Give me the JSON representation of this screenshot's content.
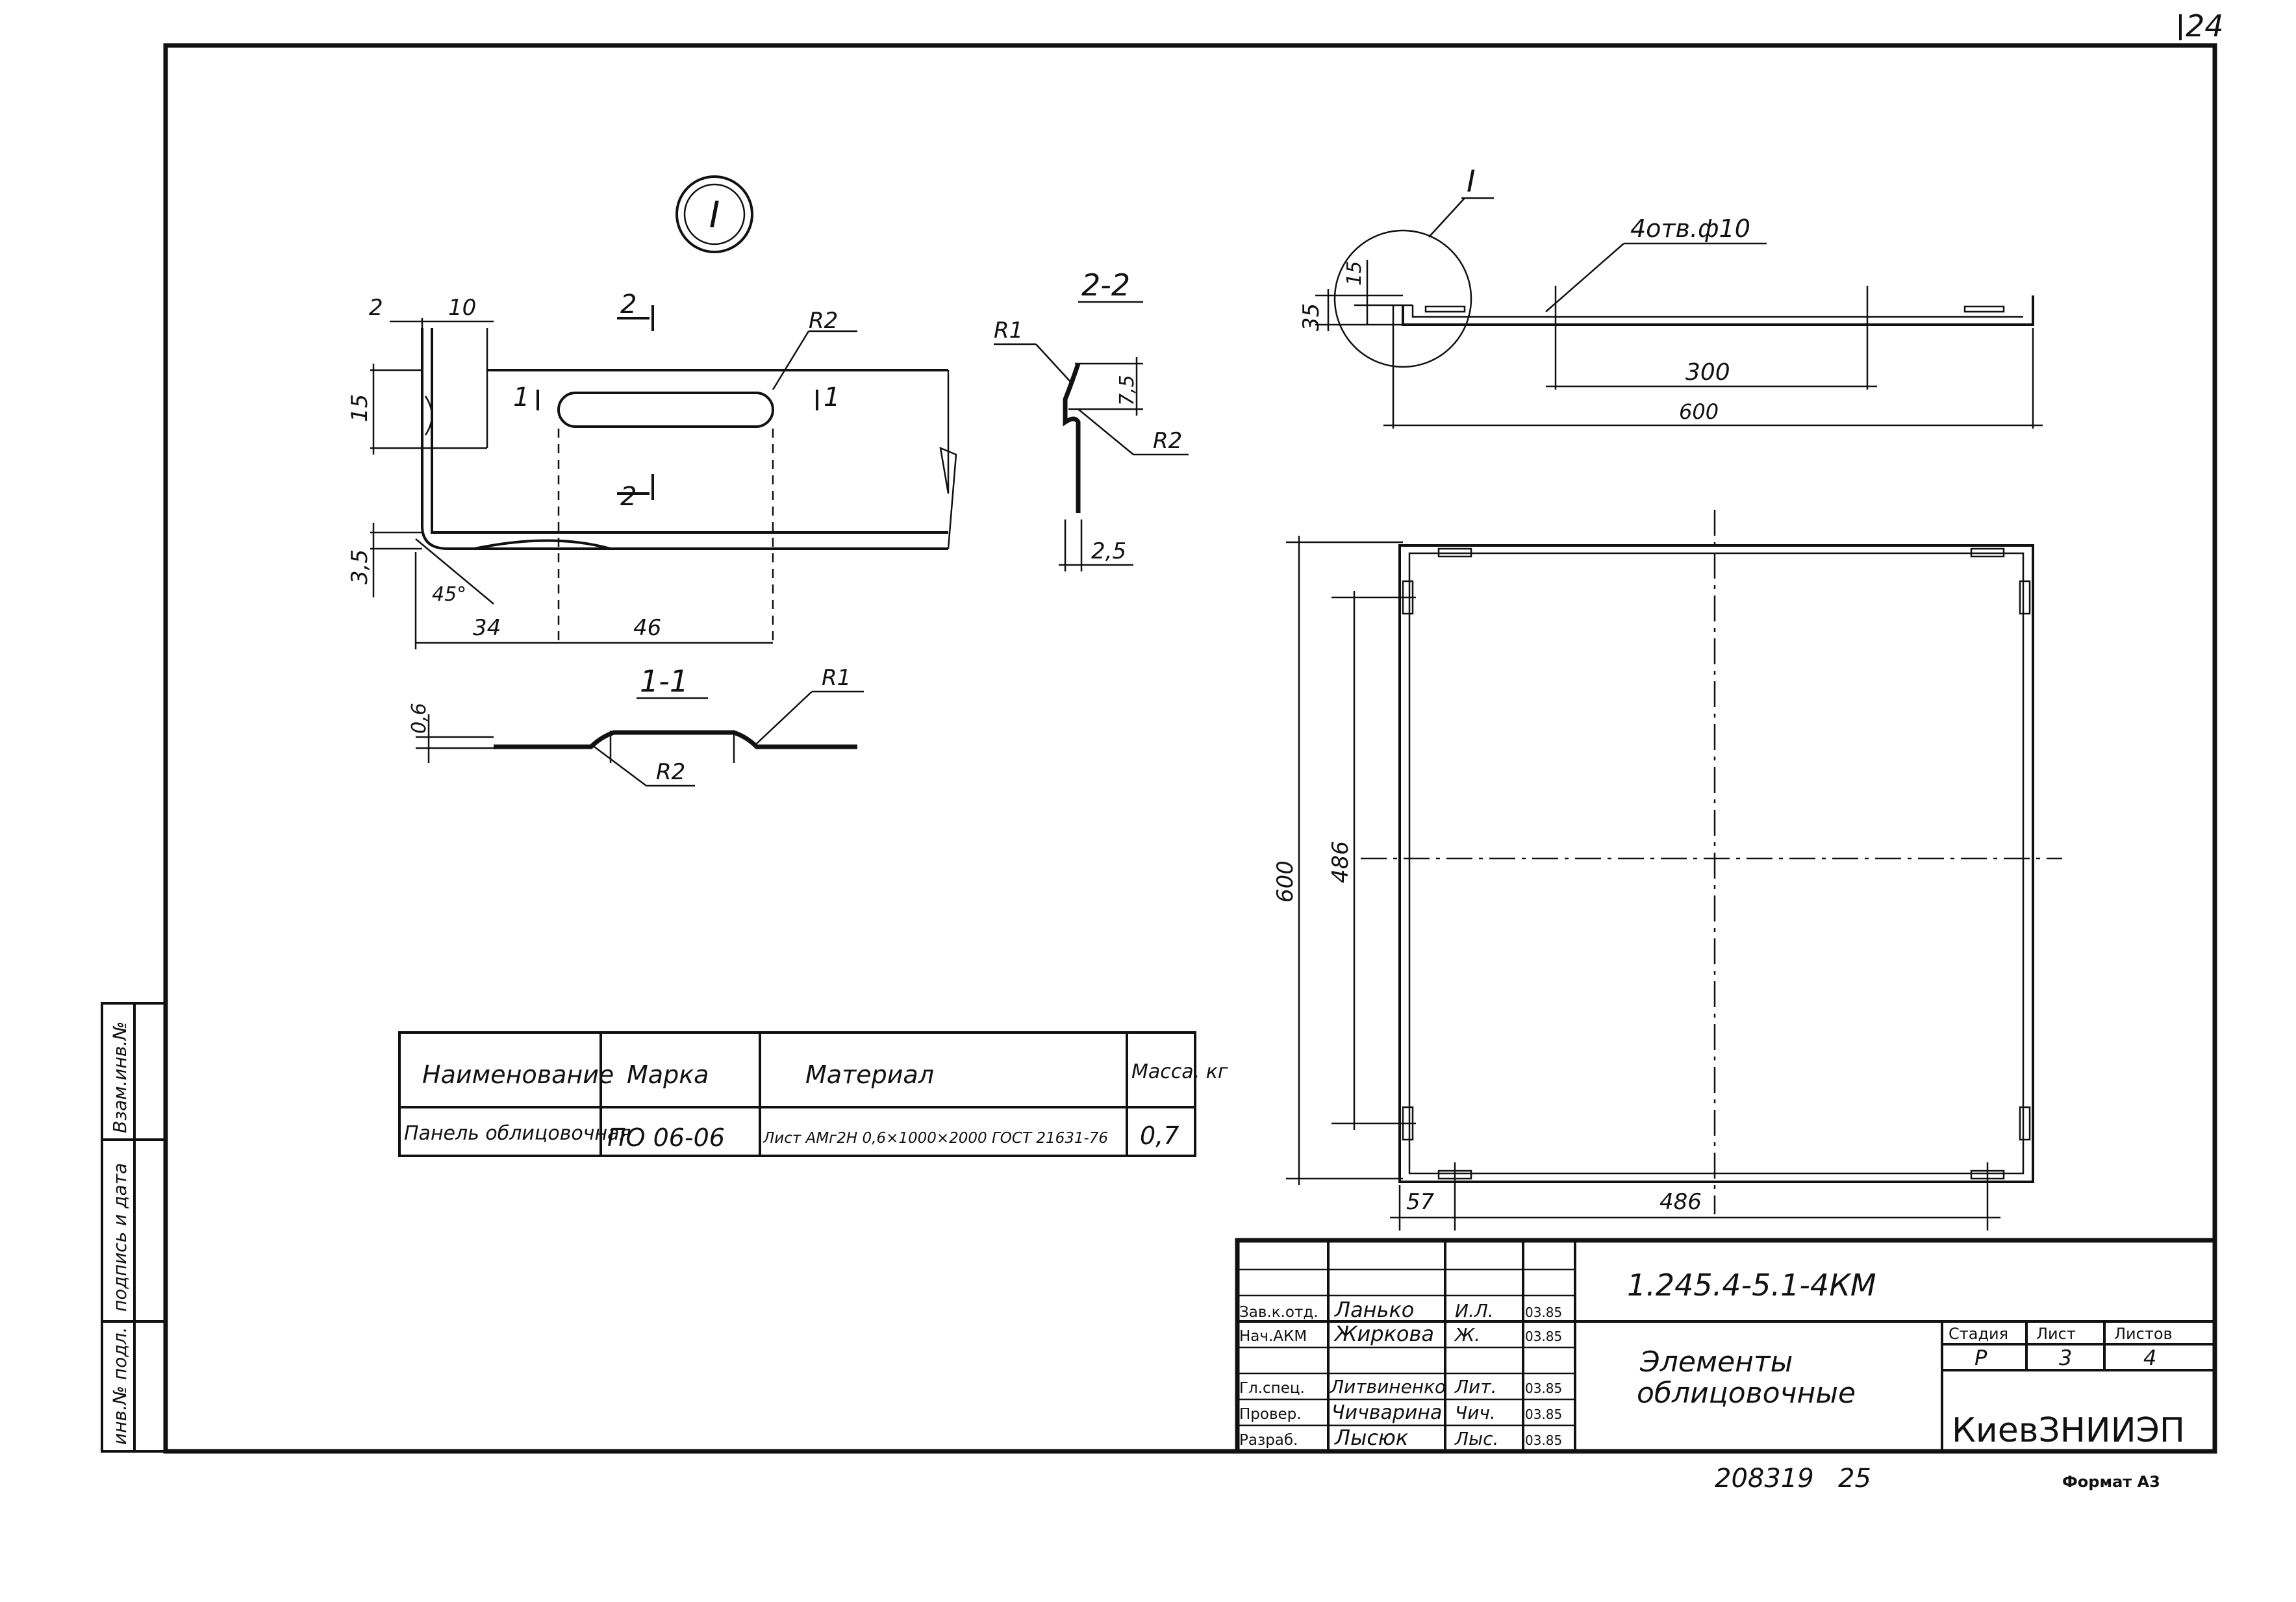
{
  "sheet": {
    "page_number": "24",
    "document_code": "1.245.4-5.1-4КМ",
    "document_title_line1": "Элементы",
    "document_title_line2": "облицовочные",
    "organization": "КиевЗНИИЭП",
    "bottom_number": "208319",
    "bottom_page": "25",
    "format_label": "Формат А3"
  },
  "margin_strip": {
    "cell1": "инв.№ подл.",
    "cell2": "подпись и дата",
    "cell3": "Взам.инв.№"
  },
  "drawings": {
    "node_marker": "I",
    "node_label": "I",
    "section_22": "2-2",
    "section_11": "1-1",
    "cut_1": "1",
    "cut_2": "2",
    "dim_2": "2",
    "dim_10": "10",
    "dim_15": "15",
    "dim_35": "3,5",
    "dim_45deg": "45°",
    "dim_34": "34",
    "dim_46": "46",
    "dim_R2": "R2",
    "dim_R1": "R1",
    "dim_75": "7,5",
    "dim_25": "2,5",
    "dim_06": "0,6",
    "holes_note": "4отв.ф10",
    "dim_side_15": "15",
    "dim_side_35": "35",
    "dim_300": "300",
    "dim_600": "600",
    "dim_486v": "486",
    "dim_600v": "600",
    "dim_57": "57",
    "dim_486h": "486"
  },
  "spec_table": {
    "headers": [
      "Наименование",
      "Марка",
      "Материал",
      "Масса, кг"
    ],
    "row": {
      "name": "Панель облицовочная",
      "mark": "ПО 06-06",
      "material": "Лист АМг2Н 0,6×1000×2000 ГОСТ 21631-76",
      "mass": "0,7"
    }
  },
  "title_block": {
    "stage_header": "Стадия",
    "sheet_header": "Лист",
    "sheets_header": "Листов",
    "stage": "Р",
    "sheet": "3",
    "sheets": "4",
    "rows": [
      {
        "role": "Зав.к.отд.",
        "name": "Ланько",
        "sign": "И.Л.",
        "date": "03.85"
      },
      {
        "role": "Нач.АКМ",
        "name": "Жиркова",
        "sign": "Ж.",
        "date": "03.85"
      },
      {
        "role": "Гл.спец.",
        "name": "Литвиненко",
        "sign": "Лит.",
        "date": "03.85"
      },
      {
        "role": "Провер.",
        "name": "Чичварина",
        "sign": "Чич.",
        "date": "03.85"
      },
      {
        "role": "Разраб.",
        "name": "Лысюк",
        "sign": "Лыс.",
        "date": "03.85"
      }
    ]
  },
  "colors": {
    "ink": "#111111",
    "paper": "#ffffff"
  }
}
